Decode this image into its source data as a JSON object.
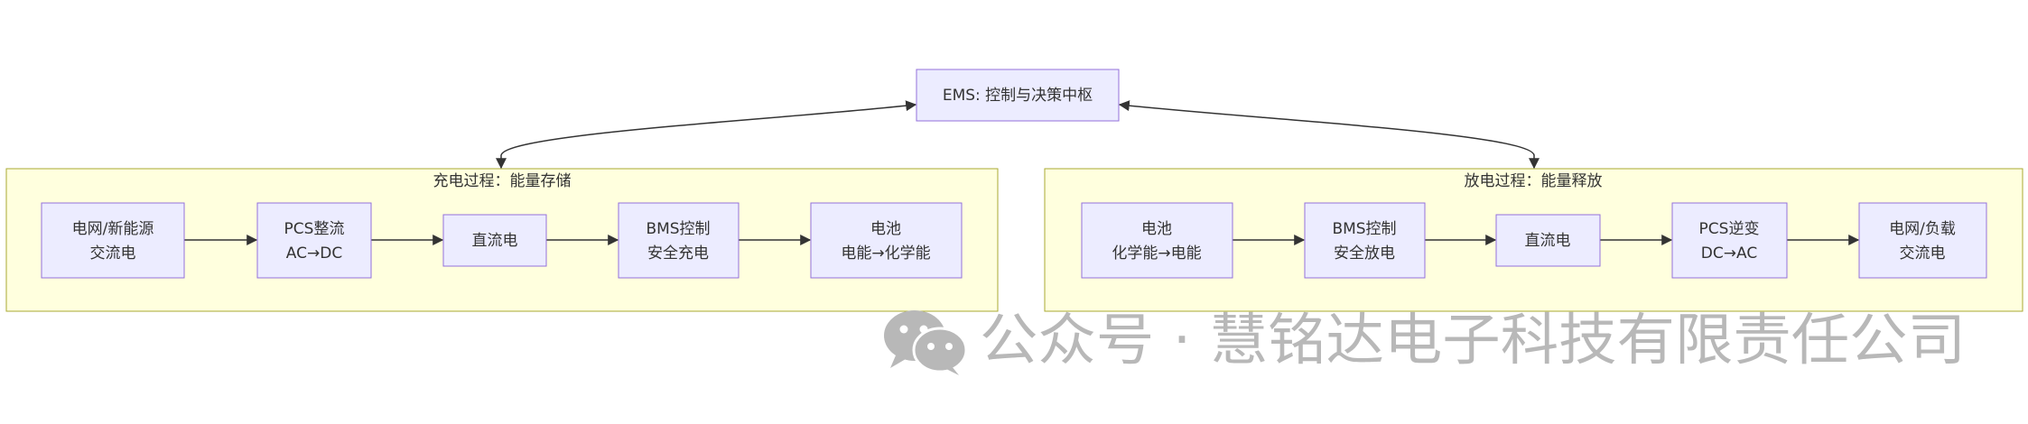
{
  "colors": {
    "node_fill": "#ECECFF",
    "node_stroke": "#9370DB",
    "cluster_fill": "#FFFFDE",
    "cluster_stroke": "#AAAA33",
    "edge": "#333333",
    "watermark": "#b8b8b8"
  },
  "ems": {
    "label": "EMS: 控制与决策中枢"
  },
  "charge": {
    "title": "充电过程：能量存储",
    "nodes": [
      {
        "line1": "电网/新能源",
        "line2": "交流电"
      },
      {
        "line1": "PCS整流",
        "line2": "AC→DC"
      },
      {
        "line1": "直流电",
        "line2": ""
      },
      {
        "line1": "BMS控制",
        "line2": "安全充电"
      },
      {
        "line1": "电池",
        "line2": "电能→化学能"
      }
    ]
  },
  "discharge": {
    "title": "放电过程：能量释放",
    "nodes": [
      {
        "line1": "电池",
        "line2": "化学能→电能"
      },
      {
        "line1": "BMS控制",
        "line2": "安全放电"
      },
      {
        "line1": "直流电",
        "line2": ""
      },
      {
        "line1": "PCS逆变",
        "line2": "DC→AC"
      },
      {
        "line1": "电网/负载",
        "line2": "交流电"
      }
    ]
  },
  "watermark": {
    "icon": "wechat-icon",
    "text": "公众号 · 慧铭达电子科技有限责任公司"
  }
}
